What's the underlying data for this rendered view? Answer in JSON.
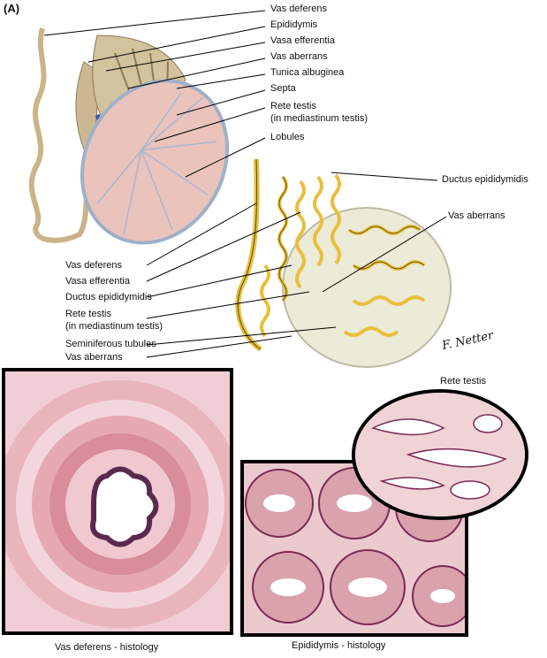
{
  "panel_label": "(A)",
  "top_labels": [
    "Vas deferens",
    "Epididymis",
    "Vasa efferentia",
    "Vas aberrans",
    "Tunica albuginea",
    "Septa",
    "Rete testis",
    "(in mediastinum testis)",
    "Lobules"
  ],
  "middle_labels": {
    "ductus_right": "Ductus epididymidis",
    "vas_aberrans_right": "Vas aberrans",
    "left": [
      "Vas deferens",
      "Vasa efferentia",
      "Ductus epididymidis",
      "Rete testis",
      "(in mediastinum testis)",
      "Seminiferous tubules",
      "Vas aberrans"
    ]
  },
  "signature": "F. Netter",
  "captions": {
    "rete": "Rete testis",
    "vas": "Vas deferens - histology",
    "epi": "Epididymis - histology"
  },
  "colors": {
    "duct_yellow": "#e8bf3c",
    "testis_fill": "#ecebd8",
    "tissue_pink": "#e9b5bd",
    "nuclei": "#7a2a55"
  }
}
